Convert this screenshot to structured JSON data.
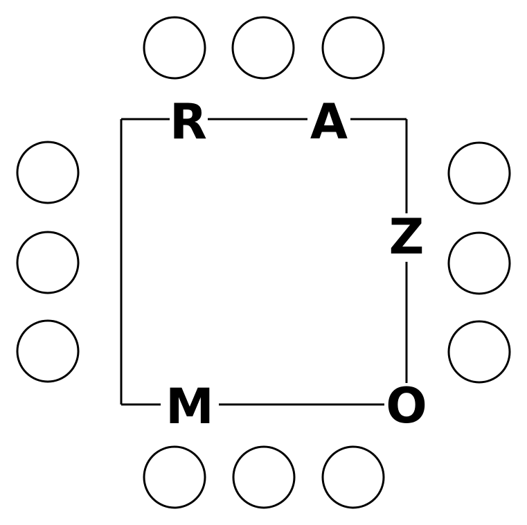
{
  "puzzle": {
    "letters": {
      "top_left": "R",
      "top_right": "A",
      "right_upper": "Z",
      "bottom_right": "O",
      "bottom_left": "M"
    },
    "answer_slots": {
      "top": [
        "",
        "",
        ""
      ],
      "left": [
        "",
        "",
        ""
      ],
      "right": [
        "",
        "",
        ""
      ],
      "bottom": [
        "",
        "",
        ""
      ]
    },
    "colors": {
      "ink": "#000000",
      "background": "#ffffff"
    }
  }
}
